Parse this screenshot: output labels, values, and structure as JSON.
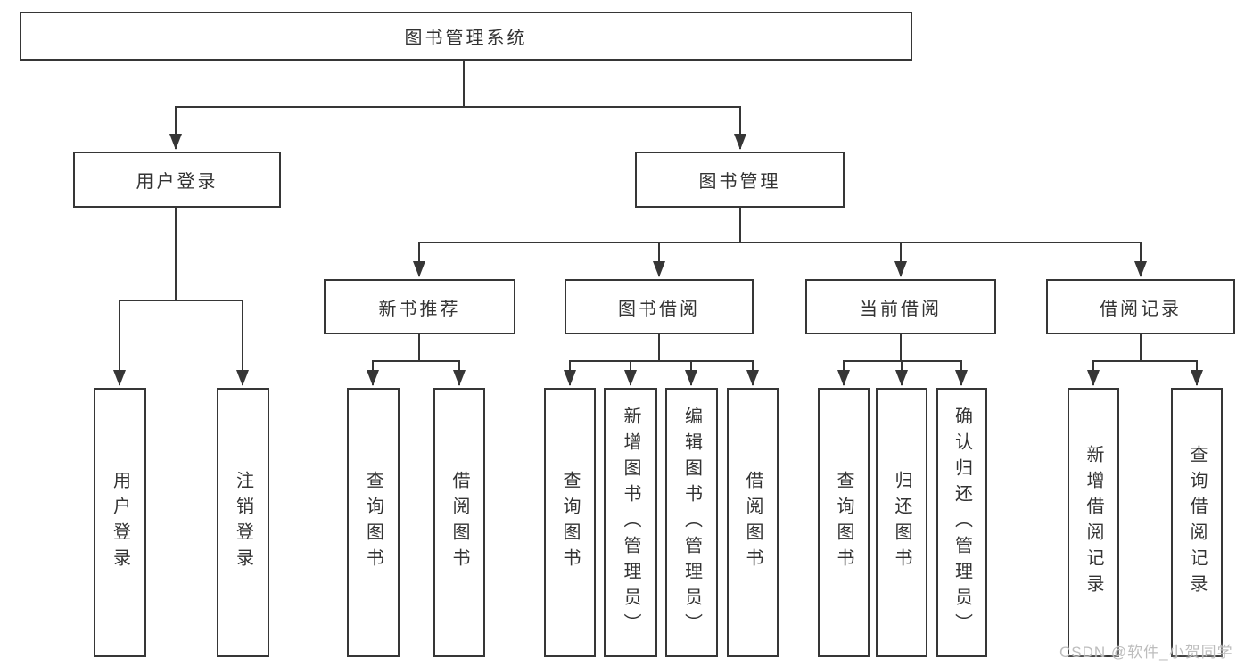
{
  "diagram": {
    "title": "图书管理系统",
    "level2": {
      "user_login": "用户登录",
      "book_management": "图书管理"
    },
    "level3": {
      "new_books": "新书推荐",
      "book_borrowing": "图书借阅",
      "current_borrowing": "当前借阅",
      "borrowing_records": "借阅记录"
    },
    "leaves": {
      "user_login": "用户登录",
      "logout": "注销登录",
      "nb_query_books": "查询图书",
      "nb_borrow_books": "借阅图书",
      "bb_query_books": "查询图书",
      "bb_add_books": "新增图书（管理员）",
      "bb_edit_books": "编辑图书（管理员）",
      "bb_borrow_books": "借阅图书",
      "cb_query_books": "查询图书",
      "cb_return_books": "归还图书",
      "cb_confirm_return": "确认归还（管理员）",
      "br_add_record": "新增借阅记录",
      "br_query_record": "查询借阅记录"
    },
    "watermark": "CSDN @软件_小贺同学",
    "colors": {
      "line": "#363636",
      "text": "#333333",
      "watermark": "#bdbdbd",
      "background": "#ffffff"
    }
  }
}
